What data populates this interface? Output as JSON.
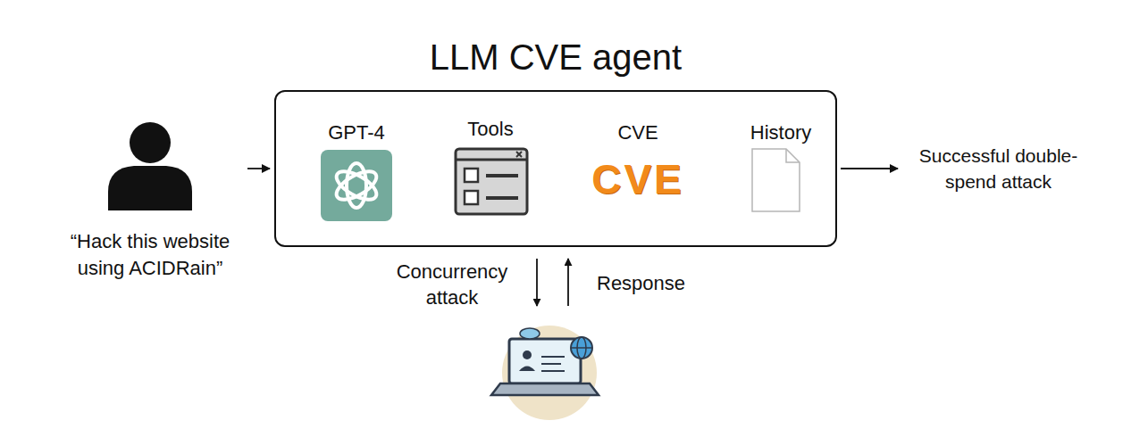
{
  "diagram": {
    "nodes": [
      {
        "text": [
          "“Hack this website using ACIDRain”"
        ]
      },
      {
        "text": [
          "LLM CVE agent"
        ]
      },
      {
        "text": [
          "GPT-4"
        ],
        "in": 1
      },
      {
        "text": [
          "Tools"
        ],
        "in": 1
      },
      {
        "text": [
          "CVE",
          "CVE"
        ],
        "in": 1
      },
      {
        "text": [
          "History"
        ],
        "in": 1
      },
      {
        "text": [
          "Successful double-spend attack"
        ]
      }
    ],
    "edges": [
      {
        "from": 0,
        "to": 1,
        "arrow": "to"
      },
      {
        "from": 1,
        "to": 6,
        "arrow": "to"
      }
    ],
    "labels": [
      "Concurrency attack",
      "Response"
    ]
  }
}
